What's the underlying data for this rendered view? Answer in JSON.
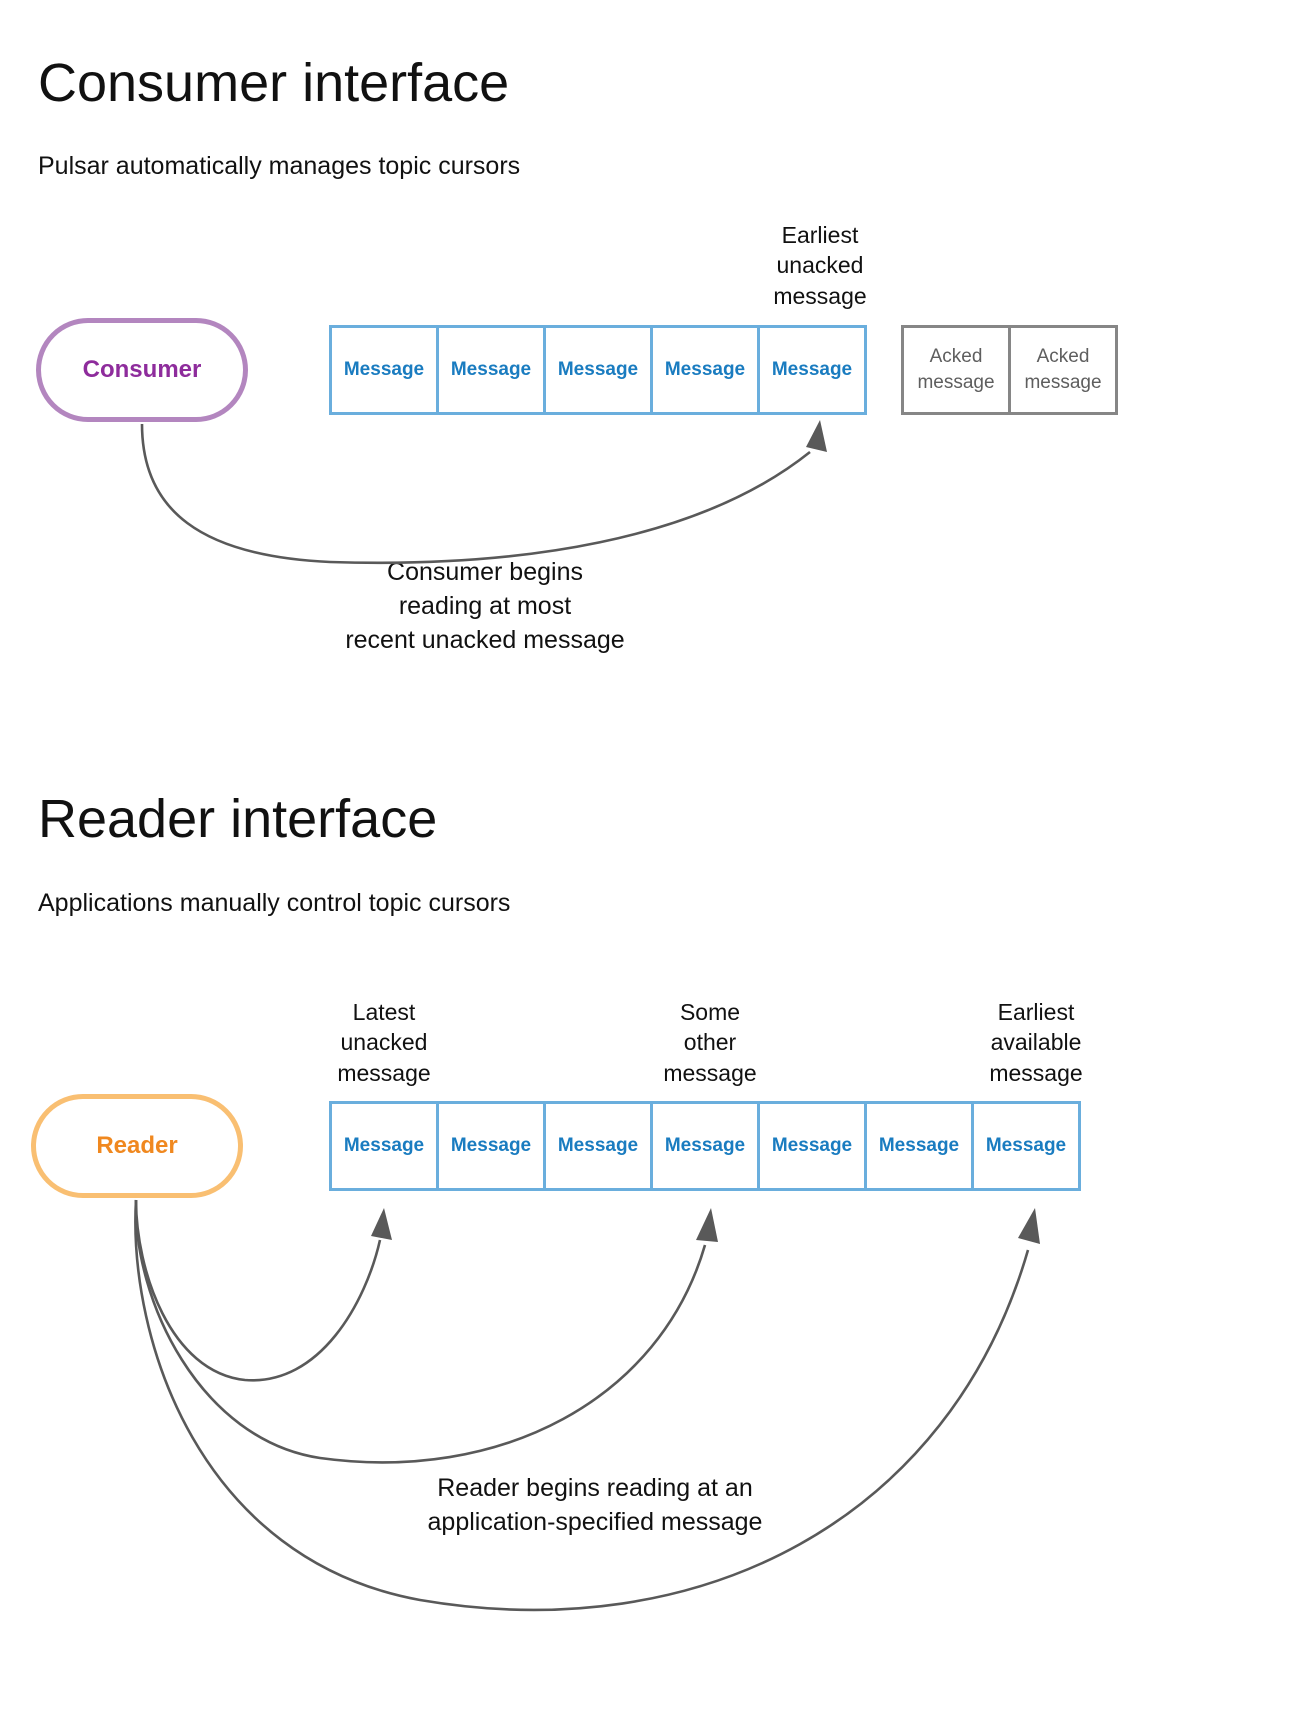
{
  "colors": {
    "message_border": "#6aaedd",
    "message_text": "#1a7cc0",
    "acked_border": "#868686",
    "acked_text": "#5e5e5e",
    "consumer_border": "#b386bf",
    "consumer_text": "#8e2c9c",
    "reader_border": "#f9bf72",
    "reader_text": "#f0881f",
    "arrow": "#595959",
    "background": "#ffffff"
  },
  "consumer_section": {
    "title": "Consumer interface",
    "subtitle": "Pulsar automatically manages topic cursors",
    "actor_label": "Consumer",
    "pointer_label": "Earliest\nunacked\nmessage",
    "messages": [
      {
        "label": "Message",
        "state": "unacked"
      },
      {
        "label": "Message",
        "state": "unacked"
      },
      {
        "label": "Message",
        "state": "unacked"
      },
      {
        "label": "Message",
        "state": "unacked"
      },
      {
        "label": "Message",
        "state": "unacked"
      }
    ],
    "acked_messages": [
      {
        "line1": "Acked",
        "line2": "message"
      },
      {
        "line1": "Acked",
        "line2": "message"
      }
    ],
    "caption": "Consumer begins\nreading at most\nrecent unacked message"
  },
  "reader_section": {
    "title": "Reader interface",
    "subtitle": "Applications manually control topic cursors",
    "actor_label": "Reader",
    "pointer_labels": [
      "Latest\nunacked\nmessage",
      "Some\nother\nmessage",
      "Earliest\navailable\nmessage"
    ],
    "messages": [
      {
        "label": "Message"
      },
      {
        "label": "Message"
      },
      {
        "label": "Message"
      },
      {
        "label": "Message"
      },
      {
        "label": "Message"
      },
      {
        "label": "Message"
      },
      {
        "label": "Message"
      }
    ],
    "caption": "Reader begins reading at an\napplication-specified message"
  }
}
